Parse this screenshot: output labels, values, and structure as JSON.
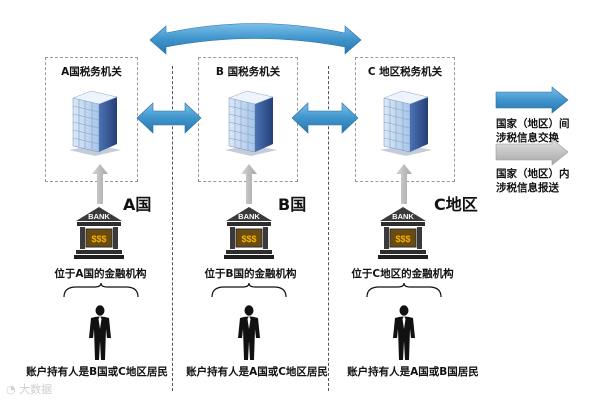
{
  "authorities": [
    {
      "title": "A国税务机关",
      "country": "A国",
      "institution": "位于A国的金融机构",
      "holders": "账户持有人是B国或C地区居民"
    },
    {
      "title": "B 国税务机关",
      "country": "B国",
      "institution": "位于B国的金融机构",
      "holders": "账户持有人是A国或C地区居民"
    },
    {
      "title": "C 地区税务机关",
      "country": "C地区",
      "institution": "位于C地区的金融机构",
      "holders": "账户持有人是A国或B国居民"
    }
  ],
  "bank": {
    "sign": "BANK",
    "money": "$$$"
  },
  "legend": {
    "exchange_line1": "国家（地区）间",
    "exchange_line2": "涉税信息交换",
    "report_line1": "国家（地区）内",
    "report_line2": "涉税信息报送"
  },
  "colors": {
    "exchange_arrow": "#3f95cc",
    "report_arrow": "#c4c4c4"
  },
  "watermark": "大数据"
}
